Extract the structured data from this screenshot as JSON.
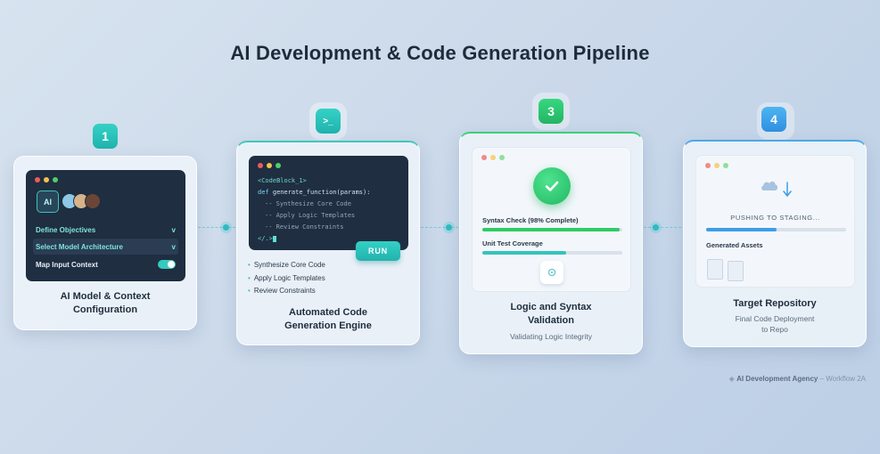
{
  "title": "AI Development & Code Generation Pipeline",
  "colors": {
    "teal": "#2fc0bb",
    "green": "#2bbf6c",
    "blue": "#3d9de8",
    "dark_panel": "#1f2e40"
  },
  "steps": [
    {
      "number": "1",
      "label_line1": "AI Model & Context",
      "label_line2": "Configuration",
      "panel": {
        "ai_label": "AI",
        "menu": [
          {
            "label": "Define Objectives",
            "chevron": "v"
          },
          {
            "label": "Select Model Architecture",
            "chevron": "v"
          },
          {
            "label": "Map Input Context",
            "toggle": true
          }
        ]
      }
    },
    {
      "number": ">_",
      "label_line1": "Automated Code",
      "label_line2": "Generation Engine",
      "code": {
        "line1": "<CodeBlock_1>",
        "line2_kw": "def ",
        "line2_rest": "generate_function(params):",
        "line3": "-- Synthesize Core Code",
        "line4": "-- Apply Logic Templates",
        "line5": "-- Review Constraints",
        "line6": "</.>"
      },
      "run_label": "RUN",
      "bullets": [
        "Synthesize Core Code",
        "Apply Logic Templates",
        "Review Constraints"
      ]
    },
    {
      "number": "3",
      "label_line1": "Logic and Syntax",
      "label_line2": "Validation",
      "sub": "Validating Logic Integrity",
      "checks": [
        {
          "label": "Syntax Check (98% Complete)",
          "progress": 0.98
        },
        {
          "label": "Unit Test Coverage",
          "progress": 0.6
        }
      ]
    },
    {
      "number": "4",
      "label_line1": "Target Repository",
      "sub_line1": "Final Code Deployment",
      "sub_line2": "to Repo",
      "status": "PUSHING TO STAGING...",
      "progress": 0.5,
      "assets_label": "Generated Assets",
      "icons": [
        "cloud-icon",
        "down-arrow-icon",
        "file-icon"
      ]
    }
  ],
  "footer": {
    "icon": "◈",
    "agency": "AI Development Agency",
    "workflow": " – Workflow 2A"
  }
}
